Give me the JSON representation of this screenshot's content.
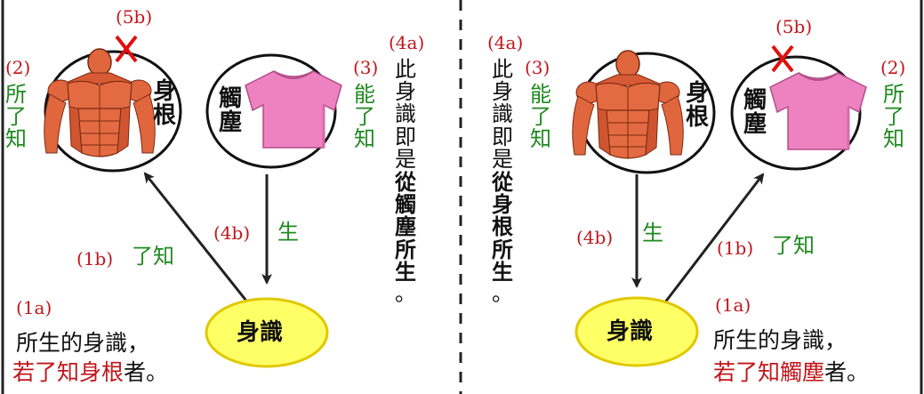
{
  "colors": {
    "red": "#c0161b",
    "green": "#1f8a1f",
    "yellow": "#ffff66",
    "yellow_border": "#e0c800",
    "shirt": "#ee82c0",
    "muscle": "#e0663e"
  },
  "icons": [
    "muscle-body-icon",
    "t-shirt-icon",
    "x-mark-icon",
    "arrow-icon"
  ],
  "left": {
    "tag_5b": "(5b)",
    "tag_2": "(2)",
    "tag_3": "(3)",
    "tag_4a": "(4a)",
    "tag_4b": "(4b)",
    "tag_1b": "(1b)",
    "tag_1a": "(1a)",
    "body_root_label": [
      "身",
      "根"
    ],
    "touch_object_label": [
      "觸",
      "塵"
    ],
    "known_label": [
      "所",
      "了",
      "知"
    ],
    "knower_label": [
      "能",
      "了",
      "知"
    ],
    "arrow_1b_label": "了知",
    "arrow_4b_label": "生",
    "consciousness_label": "身識",
    "vertical_text_plain": [
      "此",
      "身",
      "識",
      "即",
      "是"
    ],
    "vertical_text_bold": [
      "從",
      "觸",
      "塵",
      "所",
      "生"
    ],
    "vertical_text_end": "。",
    "caption_line1": "所生的身識，",
    "caption_line2_red": "若了知身根",
    "caption_line2_black": "者。"
  },
  "right": {
    "tag_5b": "(5b)",
    "tag_2": "(2)",
    "tag_3": "(3)",
    "tag_4a": "(4a)",
    "tag_4b": "(4b)",
    "tag_1b": "(1b)",
    "tag_1a": "(1a)",
    "body_root_label": [
      "身",
      "根"
    ],
    "touch_object_label": [
      "觸",
      "塵"
    ],
    "known_label": [
      "所",
      "了",
      "知"
    ],
    "knower_label": [
      "能",
      "了",
      "知"
    ],
    "arrow_1b_label": "了知",
    "arrow_4b_label": "生",
    "consciousness_label": "身識",
    "vertical_text_plain": [
      "此",
      "身",
      "識",
      "即",
      "是"
    ],
    "vertical_text_bold": [
      "從",
      "身",
      "根",
      "所",
      "生"
    ],
    "vertical_text_end": "。",
    "caption_line1": "所生的身識，",
    "caption_line2_red": "若了知觸塵",
    "caption_line2_black": "者。"
  }
}
